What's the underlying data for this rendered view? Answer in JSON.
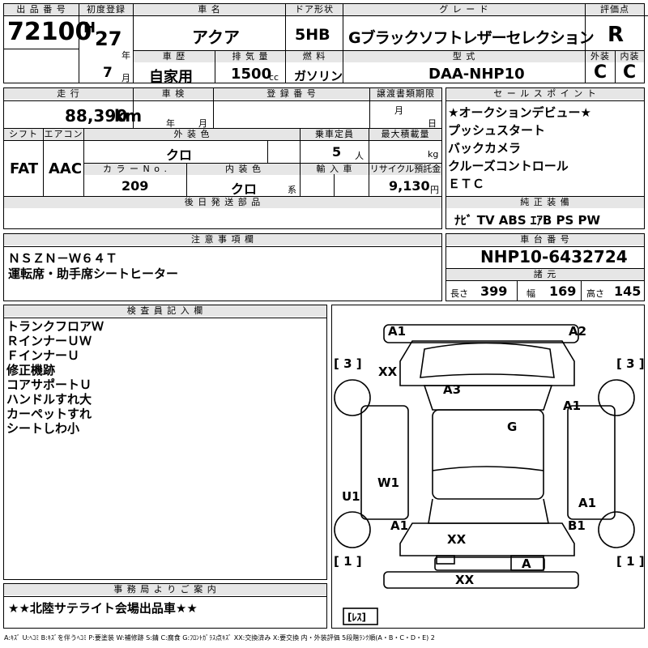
{
  "header": {
    "lot_label": "出 品 番 号",
    "lot_number": "72100",
    "first_reg_label": "初度登録",
    "era": "H",
    "year": "27",
    "year_unit": "年",
    "month": "7",
    "month_unit": "月",
    "car_name_label": "車 名",
    "car_name": "アクア",
    "doors_label": "ドア形状",
    "doors": "5HB",
    "grade_label": "グ レ ー ド",
    "grade": "Gブラックソフトレザーセレクション",
    "score_label": "評価点",
    "score": "R",
    "history_label": "車 歴",
    "history": "自家用",
    "displacement_label": "排 気 量",
    "displacement": "1500",
    "displacement_unit": "cc",
    "fuel_label": "燃 料",
    "fuel": "ガソリン",
    "model_label": "型 式",
    "model": "DAA-NHP10",
    "exterior_label": "外装",
    "exterior_grade": "C",
    "interior_label": "内装",
    "interior_grade": "C"
  },
  "row2": {
    "mileage_label": "走 行",
    "mileage": "88,390",
    "mileage_unit": "km",
    "inspection_label": "車 検",
    "insp_year_unit": "年",
    "insp_month_unit": "月",
    "reg_no_label": "登 録 番 号",
    "transfer_label": "譲渡書類期限",
    "transfer_month_unit": "月",
    "transfer_day_unit": "日",
    "shift_label": "シフト",
    "shift": "FAT",
    "ac_label": "エアコン",
    "ac": "AAC",
    "ext_color_label": "外 装 色",
    "ext_color": "クロ",
    "capacity_label": "乗車定員",
    "capacity": "5",
    "capacity_unit": "人",
    "load_label": "最大積載量",
    "load_unit": "kg",
    "color_no_label": "カ ラ ー N o .",
    "color_no": "209",
    "int_color_label": "内 装 色",
    "int_color": "クロ",
    "int_color_unit": "系",
    "import_label": "輸 入 車",
    "recycle_label": "リサイクル預託金",
    "recycle": "9,130",
    "recycle_unit": "円",
    "parts_label": "後 日 発 送 部 品"
  },
  "sales_points": {
    "label": "セ ー ル ス ポ イ ン ト",
    "items": [
      "★オークションデビュー★",
      "プッシュスタート",
      "バックカメラ",
      "クルーズコントロール",
      "ＥＴＣ"
    ]
  },
  "equipment": {
    "label": "純 正 装 備",
    "items": "ﾅﾋﾞ TV ABS ｴｱB PS PW"
  },
  "notes": {
    "label": "注 意 事 項 欄",
    "lines": [
      "ＮＳＺＮ－Ｗ６４Ｔ",
      "運転席・助手席シートヒーター"
    ]
  },
  "chassis": {
    "label": "車 台 番 号",
    "number": "NHP10-6432724"
  },
  "specs": {
    "label": "諸 元",
    "length_label": "長さ",
    "length": "399",
    "width_label": "幅",
    "width": "169",
    "height_label": "高さ",
    "height": "145"
  },
  "inspector": {
    "label": "検 査 員 記 入 欄",
    "items": [
      "トランクフロアＷ",
      "ＲインナーＵＷ",
      "ＦインナーＵ",
      "修正機跡",
      "コアサポートＵ",
      "ハンドルすれ大",
      "カーペットすれ",
      "シートしわ小"
    ]
  },
  "office": {
    "label": "事 務 局 よ り ご 案 内",
    "message": "★★北陸サテライト会場出品車★★"
  },
  "diagram": {
    "marks": [
      "A1",
      "A2",
      "[ 3 ]",
      "[ 3 ]",
      "XX",
      "A3",
      "A1",
      "G",
      "W1",
      "U1",
      "A1",
      "A1",
      "B1",
      "XX",
      "[ 1 ]",
      "[ 1 ]",
      "A",
      "XX"
    ],
    "less": "[ﾚｽ]"
  },
  "legend": "A:ｷｽﾞ U:ﾍｺﾐ B:ｷｽﾞを伴うﾍｺﾐ P:要塗装 W:補修跡 S:錆 C:腐食 G:ﾌﾛﾝﾄｶﾞﾗｽ点ｷｽﾞ XX:交換済み X:要交換 内・外装評価 5段階ﾗﾝｸ順(A・B・C・D・E) 2"
}
